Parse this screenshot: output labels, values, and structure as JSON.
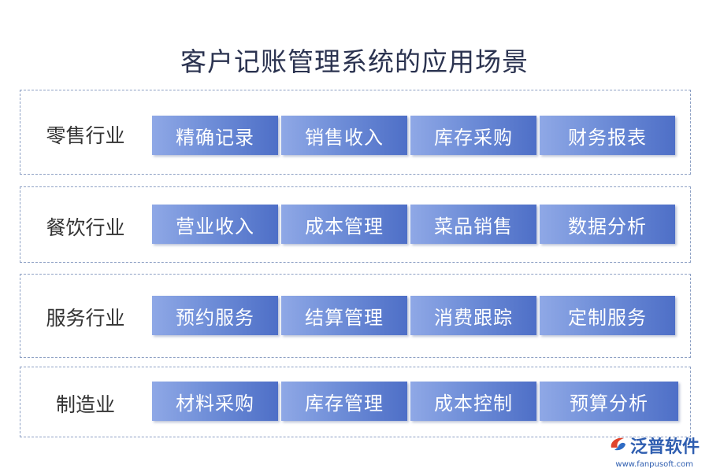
{
  "title": "客户记账管理系统的应用场景",
  "rows": [
    {
      "label": "零售行业",
      "items": [
        "精确记录",
        "销售收入",
        "库存采购",
        "财务报表"
      ]
    },
    {
      "label": "餐饮行业",
      "items": [
        "营业收入",
        "成本管理",
        "菜品销售",
        "数据分析"
      ]
    },
    {
      "label": "服务行业",
      "items": [
        "预约服务",
        "结算管理",
        "消费跟踪",
        "定制服务"
      ]
    },
    {
      "label": "制造业",
      "items": [
        "材料采购",
        "库存管理",
        "成本控制",
        "预算分析"
      ]
    }
  ],
  "logo": {
    "text": "泛普软件",
    "url": "www.fanpusoft.com",
    "icon": "fanpu-logo-icon"
  },
  "colors": {
    "chip_start": "#8fa8e6",
    "chip_end": "#4e6fc7",
    "border": "#8da0c4",
    "title": "#2b3350"
  }
}
